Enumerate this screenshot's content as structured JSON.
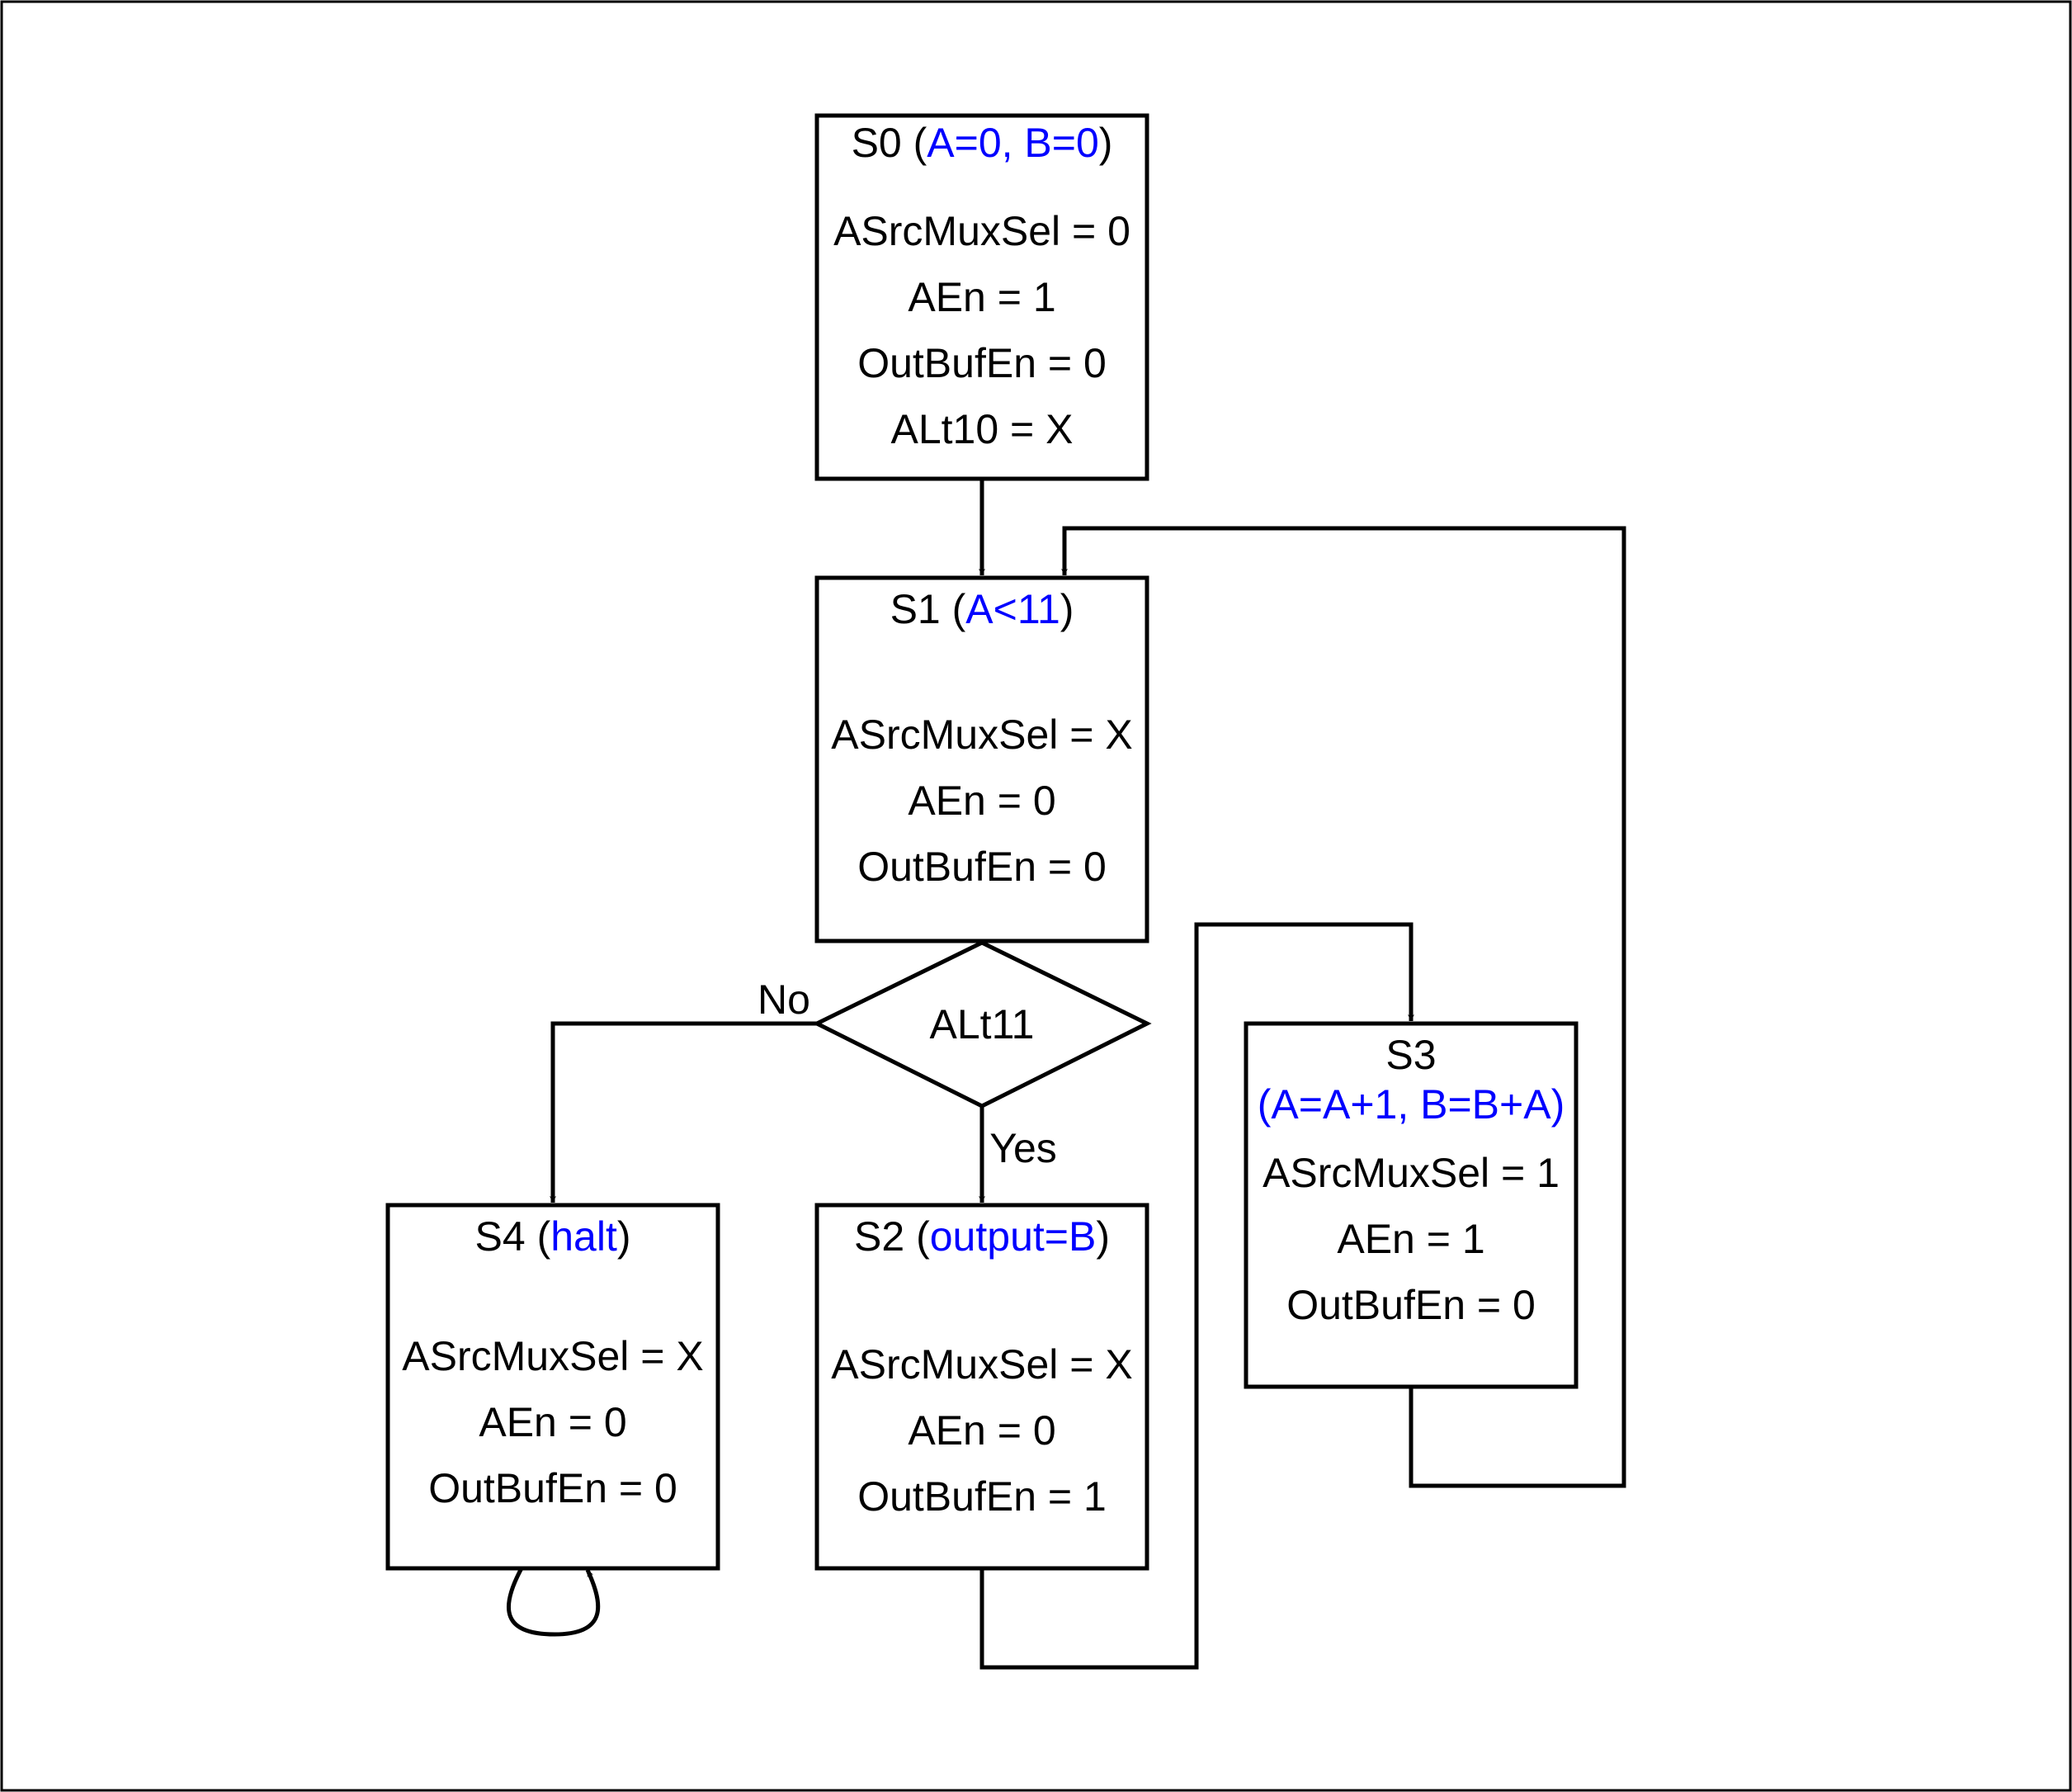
{
  "colors": {
    "text": "#000000",
    "highlight": "#0000ff",
    "stroke": "#000000",
    "background": "#ffffff"
  },
  "states": {
    "s0": {
      "title": {
        "name": "S0",
        "open": " (",
        "detail": "A=0, B=0",
        "close": ")"
      },
      "lines": [
        "ASrcMuxSel = 0",
        "AEn = 1",
        "OutBufEn = 0",
        "ALt10 = X"
      ]
    },
    "s1": {
      "title": {
        "name": "S1",
        "open": " (",
        "detail": "A<11",
        "close": ")"
      },
      "lines": [
        "ASrcMuxSel = X",
        "AEn = 0",
        "OutBufEn = 0"
      ]
    },
    "s2": {
      "title": {
        "name": "S2",
        "open": " (",
        "detail": "output=B",
        "close": ")"
      },
      "lines": [
        "ASrcMuxSel = X",
        "AEn = 0",
        "OutBufEn = 1"
      ]
    },
    "s3": {
      "title": {
        "name": "S3",
        "detail": "(A=A+1, B=B+A)"
      },
      "lines": [
        "ASrcMuxSel = 1",
        "AEn = 1",
        "OutBufEn = 0"
      ]
    },
    "s4": {
      "title": {
        "name": "S4",
        "open": " (",
        "detail": "halt",
        "close": ")"
      },
      "lines": [
        "ASrcMuxSel = X",
        "AEn = 0",
        "OutBufEn = 0"
      ]
    }
  },
  "decision": {
    "label": "ALt11",
    "no_label": "No",
    "yes_label": "Yes"
  }
}
